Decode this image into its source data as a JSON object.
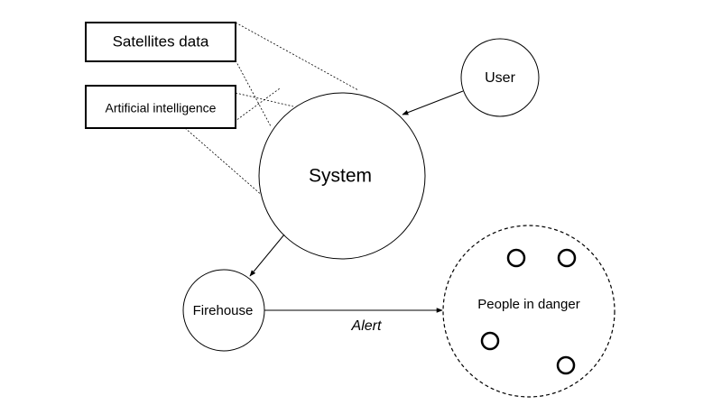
{
  "colors": {
    "background": "#ffffff",
    "stroke": "#000000",
    "text": "#000000"
  },
  "boxes": {
    "satellites": {
      "label": "Satellites data"
    },
    "ai": {
      "label": "Artificial intelligence"
    }
  },
  "nodes": {
    "system": {
      "label": "System"
    },
    "user": {
      "label": "User"
    },
    "firehouse": {
      "label": "Firehouse"
    },
    "people": {
      "label": "People in danger"
    }
  },
  "edges": {
    "alert": {
      "label": "Alert"
    }
  }
}
